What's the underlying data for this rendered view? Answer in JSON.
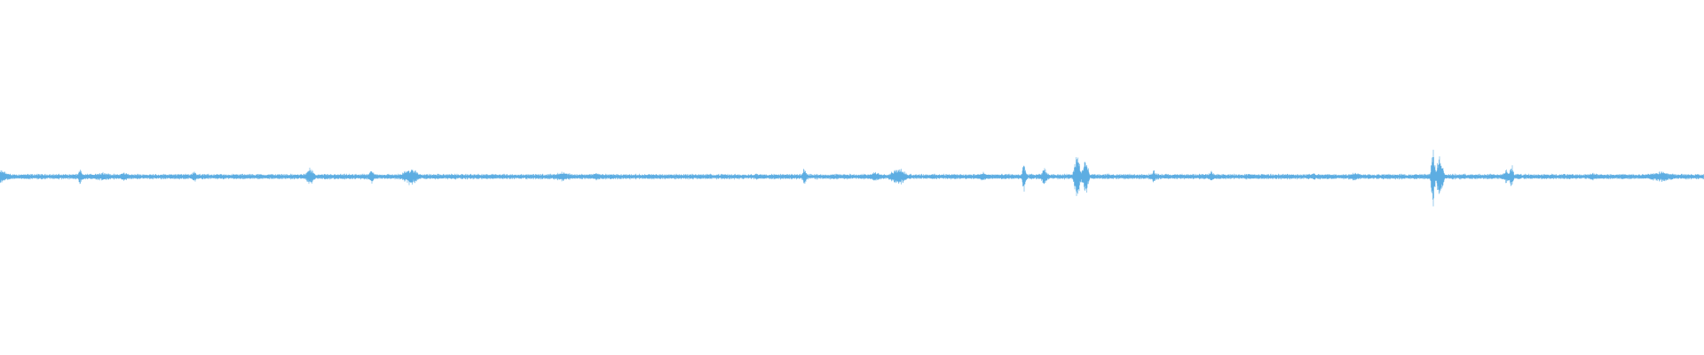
{
  "waveform": {
    "color": "#5DADE2",
    "background": "#FFFFFF",
    "baseline_amplitude": 0.015,
    "segments": 48,
    "peaks": [
      {
        "position": 0.0,
        "amplitude": 0.045,
        "width": 0.01
      },
      {
        "position": 0.047,
        "amplitude": 0.055,
        "width": 0.002
      },
      {
        "position": 0.06,
        "amplitude": 0.03,
        "width": 0.012
      },
      {
        "position": 0.073,
        "amplitude": 0.03,
        "width": 0.006
      },
      {
        "position": 0.114,
        "amplitude": 0.04,
        "width": 0.003
      },
      {
        "position": 0.182,
        "amplitude": 0.06,
        "width": 0.004
      },
      {
        "position": 0.218,
        "amplitude": 0.045,
        "width": 0.003
      },
      {
        "position": 0.241,
        "amplitude": 0.06,
        "width": 0.008
      },
      {
        "position": 0.33,
        "amplitude": 0.03,
        "width": 0.012
      },
      {
        "position": 0.35,
        "amplitude": 0.025,
        "width": 0.006
      },
      {
        "position": 0.444,
        "amplitude": 0.025,
        "width": 0.002
      },
      {
        "position": 0.472,
        "amplitude": 0.07,
        "width": 0.002
      },
      {
        "position": 0.514,
        "amplitude": 0.03,
        "width": 0.008
      },
      {
        "position": 0.527,
        "amplitude": 0.06,
        "width": 0.008
      },
      {
        "position": 0.577,
        "amplitude": 0.03,
        "width": 0.005
      },
      {
        "position": 0.601,
        "amplitude": 0.09,
        "width": 0.002
      },
      {
        "position": 0.613,
        "amplitude": 0.06,
        "width": 0.003
      },
      {
        "position": 0.632,
        "amplitude": 0.16,
        "width": 0.003
      },
      {
        "position": 0.637,
        "amplitude": 0.13,
        "width": 0.003
      },
      {
        "position": 0.677,
        "amplitude": 0.04,
        "width": 0.004
      },
      {
        "position": 0.711,
        "amplitude": 0.035,
        "width": 0.004
      },
      {
        "position": 0.771,
        "amplitude": 0.025,
        "width": 0.004
      },
      {
        "position": 0.795,
        "amplitude": 0.03,
        "width": 0.008
      },
      {
        "position": 0.841,
        "amplitude": 0.205,
        "width": 0.002
      },
      {
        "position": 0.845,
        "amplitude": 0.18,
        "width": 0.003
      },
      {
        "position": 0.884,
        "amplitude": 0.045,
        "width": 0.004
      },
      {
        "position": 0.887,
        "amplitude": 0.09,
        "width": 0.002
      },
      {
        "position": 0.935,
        "amplitude": 0.025,
        "width": 0.006
      },
      {
        "position": 0.975,
        "amplitude": 0.035,
        "width": 0.015
      }
    ]
  }
}
